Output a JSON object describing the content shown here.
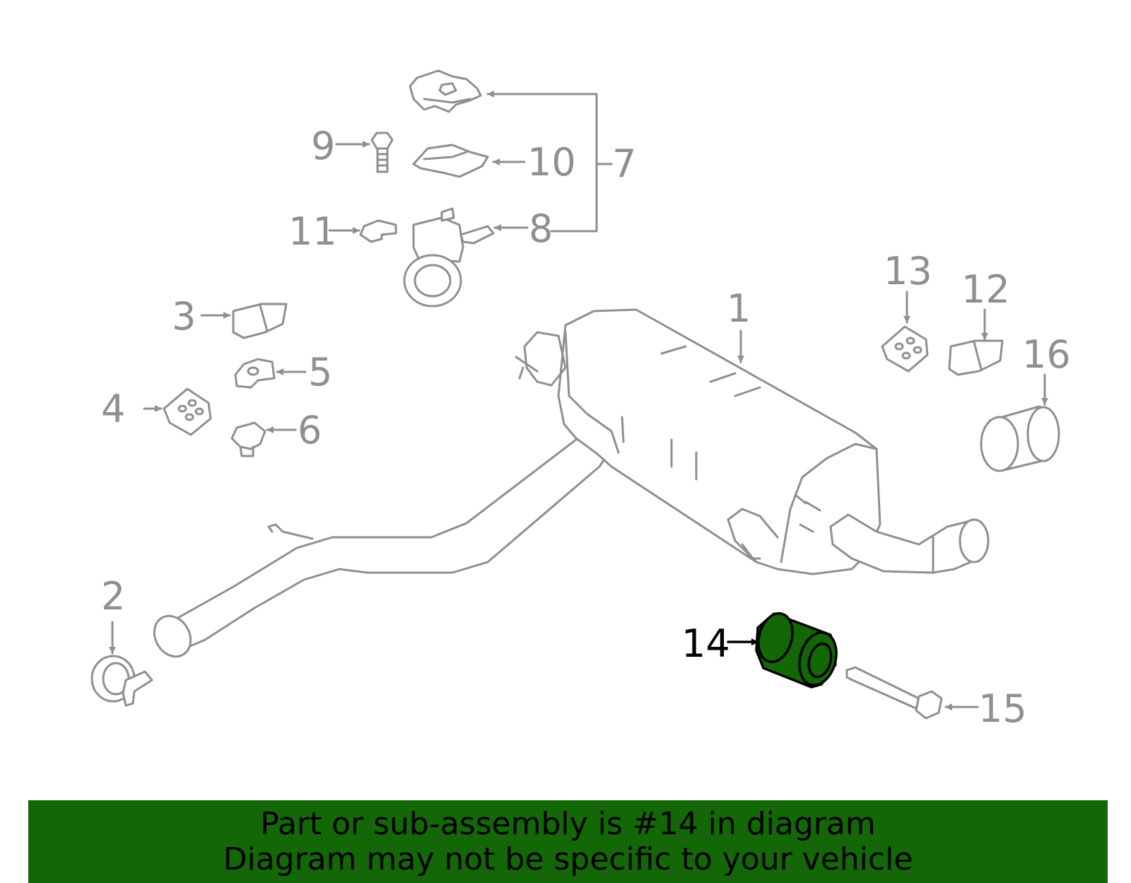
{
  "diagram": {
    "callouts": [
      {
        "id": "1",
        "label": "1"
      },
      {
        "id": "2",
        "label": "2"
      },
      {
        "id": "3",
        "label": "3"
      },
      {
        "id": "4",
        "label": "4"
      },
      {
        "id": "5",
        "label": "5"
      },
      {
        "id": "6",
        "label": "6"
      },
      {
        "id": "7",
        "label": "7"
      },
      {
        "id": "8",
        "label": "8"
      },
      {
        "id": "9",
        "label": "9"
      },
      {
        "id": "10",
        "label": "10"
      },
      {
        "id": "11",
        "label": "11"
      },
      {
        "id": "12",
        "label": "12"
      },
      {
        "id": "13",
        "label": "13"
      },
      {
        "id": "14",
        "label": "14",
        "highlighted": true
      },
      {
        "id": "15",
        "label": "15"
      },
      {
        "id": "16",
        "label": "16"
      }
    ],
    "colors": {
      "outline": "#8f8f8f",
      "highlight": "#136707",
      "banner": "#136707"
    }
  },
  "banner": {
    "line1": "Part or sub-assembly is #14 in diagram",
    "line2": "Diagram may not be specific to your vehicle"
  }
}
